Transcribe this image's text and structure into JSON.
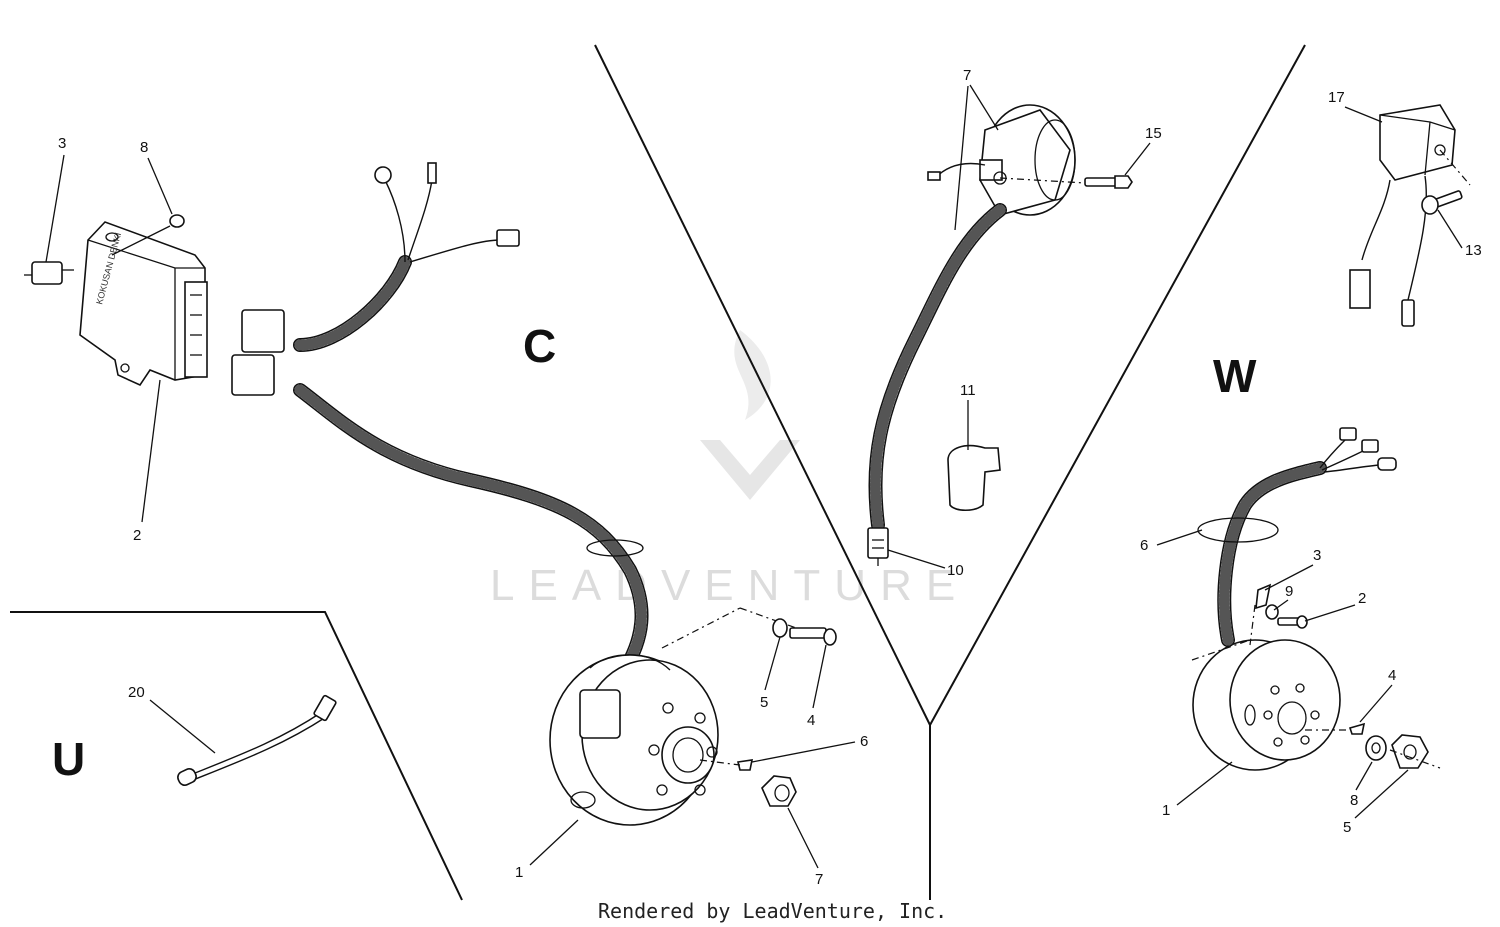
{
  "sections": {
    "C": "C",
    "U": "U",
    "W": "W"
  },
  "callouts": {
    "c": [
      "1",
      "2",
      "3",
      "4",
      "5",
      "6",
      "7",
      "8"
    ],
    "u": [
      "20"
    ],
    "coil": [
      "7",
      "10",
      "11",
      "15"
    ],
    "w": [
      "1",
      "2",
      "3",
      "4",
      "5",
      "6",
      "8",
      "9",
      "13",
      "17"
    ]
  },
  "watermark": {
    "text": "LEADVENTURE"
  },
  "credit": "Rendered by LeadVenture, Inc.",
  "cdi_label": "KOKUSAN DENKI"
}
